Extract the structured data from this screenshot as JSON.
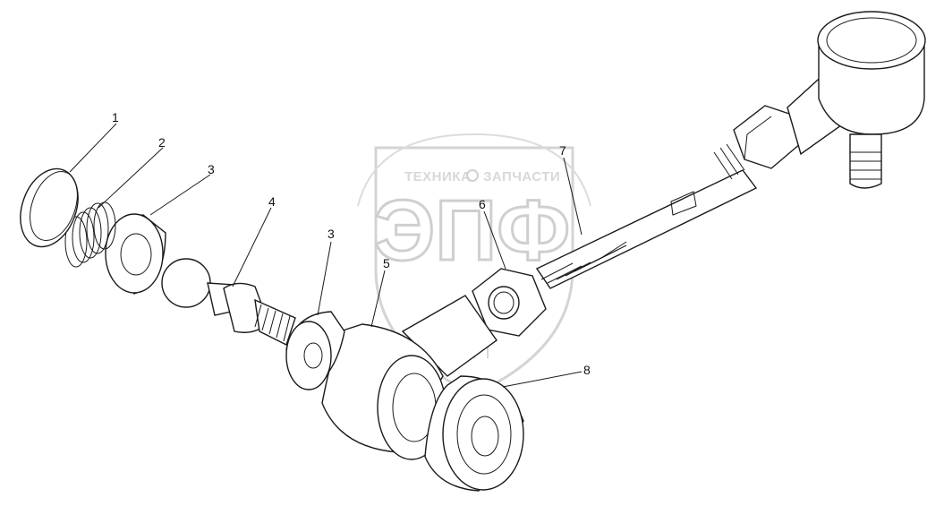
{
  "watermark": {
    "top_text_left": "ТЕХНИКА",
    "top_text_right": "ЗАПЧАСТИ",
    "big_text": "ЭПФ"
  },
  "callouts": [
    {
      "id": "1",
      "label": "1"
    },
    {
      "id": "2",
      "label": "2"
    },
    {
      "id": "3a",
      "label": "3"
    },
    {
      "id": "4",
      "label": "4"
    },
    {
      "id": "3b",
      "label": "3"
    },
    {
      "id": "5",
      "label": "5"
    },
    {
      "id": "6",
      "label": "6"
    },
    {
      "id": "7",
      "label": "7"
    },
    {
      "id": "8",
      "label": "8"
    }
  ]
}
